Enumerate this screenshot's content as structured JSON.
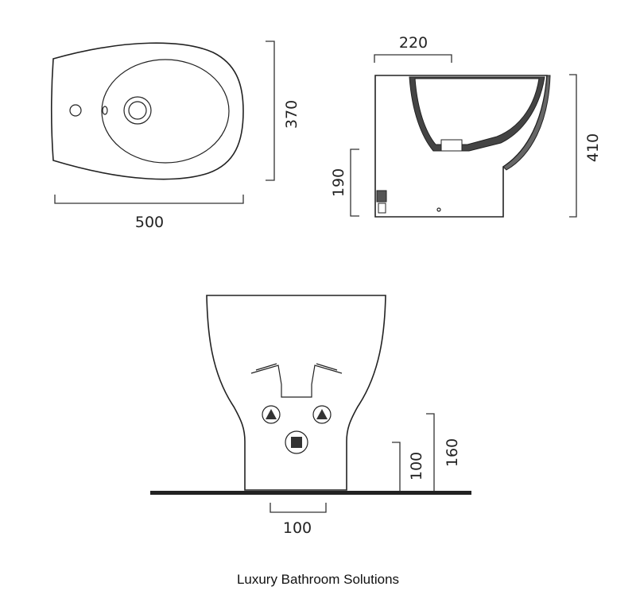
{
  "top_view": {
    "width_label": "500",
    "depth_label": "370"
  },
  "side_view": {
    "inlet_label": "220",
    "outlet_height_label": "190",
    "total_height_label": "410"
  },
  "rear_view": {
    "outlet_width_label": "100",
    "inlet_height_low_label": "100",
    "inlet_height_high_label": "160"
  },
  "footer": {
    "text": "Luxury Bathroom Solutions"
  },
  "colors": {
    "line": "#222222",
    "background": "#ffffff"
  }
}
